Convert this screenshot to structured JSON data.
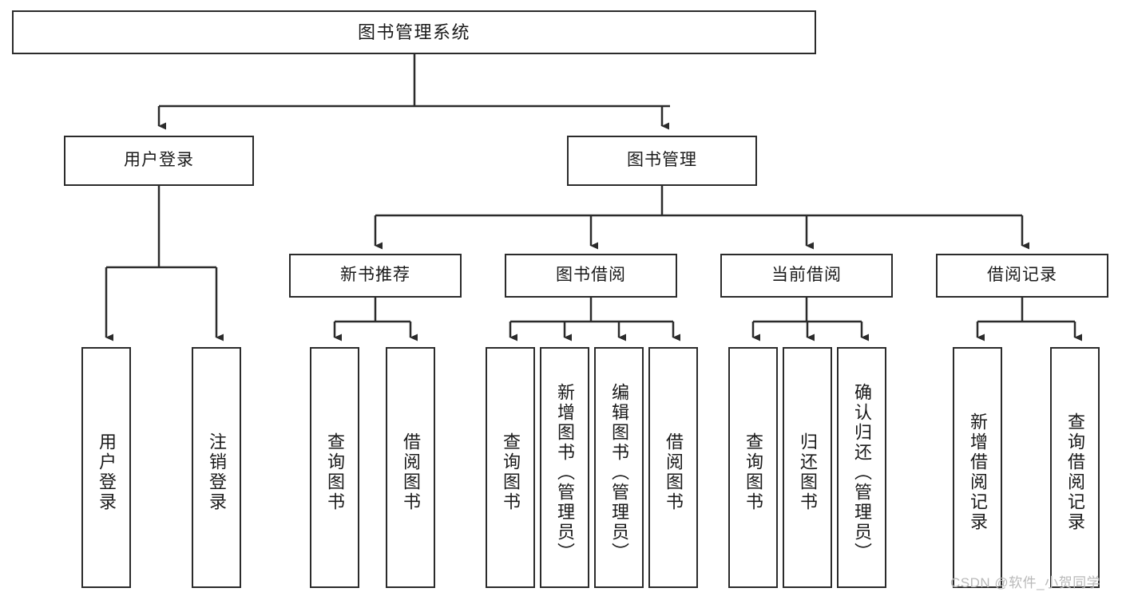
{
  "diagram": {
    "type": "tree",
    "title": "图书管理系统",
    "root": {
      "label": "图书管理系统"
    },
    "level1": [
      {
        "label": "用户登录"
      },
      {
        "label": "图书管理"
      }
    ],
    "level2": [
      {
        "label": "新书推荐"
      },
      {
        "label": "图书借阅"
      },
      {
        "label": "当前借阅"
      },
      {
        "label": "借阅记录"
      }
    ],
    "leaves": {
      "user_login": [
        {
          "label": "用户登录"
        },
        {
          "label": "注销登录"
        }
      ],
      "new_book_recommend": [
        {
          "label": "查询图书"
        },
        {
          "label": "借阅图书"
        }
      ],
      "book_borrow": [
        {
          "label": "查询图书"
        },
        {
          "label": "新增图书（管理员）"
        },
        {
          "label": "编辑图书（管理员）"
        },
        {
          "label": "借阅图书"
        }
      ],
      "current_borrow": [
        {
          "label": "查询图书"
        },
        {
          "label": "归还图书"
        },
        {
          "label": "确认归还（管理员）"
        }
      ],
      "borrow_record": [
        {
          "label": "新增借阅记录"
        },
        {
          "label": "查询借阅记录"
        }
      ]
    },
    "colors": {
      "box_border": "#2b2b2b",
      "box_fill": "#ffffff",
      "text": "#1a1a1a",
      "connector": "#2b2b2b",
      "watermark": "#b9b9b9",
      "background": "#ffffff"
    }
  },
  "watermark": {
    "text": "CSDN @软件_小贺同学"
  }
}
